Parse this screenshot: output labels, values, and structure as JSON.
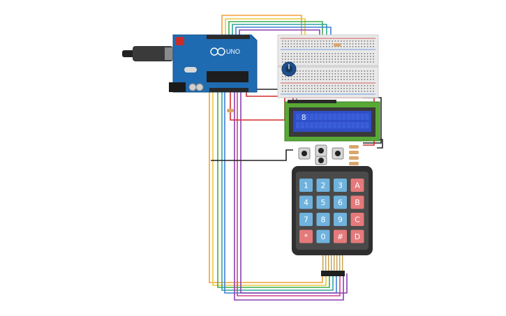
{
  "circuit": {
    "board": {
      "logo_text": "UNO",
      "color": "#1f6bb1",
      "usb_color": "#8a8a8a"
    },
    "lcd": {
      "display_text": "8",
      "screen_color": "#2f4fc7",
      "bezel_color": "#58a836"
    },
    "keypad": {
      "keys": [
        "1",
        "2",
        "3",
        "A",
        "4",
        "5",
        "6",
        "B",
        "7",
        "8",
        "9",
        "C",
        "*",
        "0",
        "#",
        "D"
      ],
      "number_key_color": "#6fb2dd",
      "letter_key_color": "#e5797b",
      "body_color": "#2f2f2f"
    },
    "wire_colors": {
      "orange": "#f2a23a",
      "yellow": "#e7c93b",
      "green": "#3fae49",
      "teal": "#2ea6a0",
      "blue": "#3f7fd6",
      "purple": "#8a3fb0",
      "pink": "#d13f8e",
      "red": "#d22b2b",
      "black": "#222222",
      "brown": "#8b5a2b"
    }
  }
}
